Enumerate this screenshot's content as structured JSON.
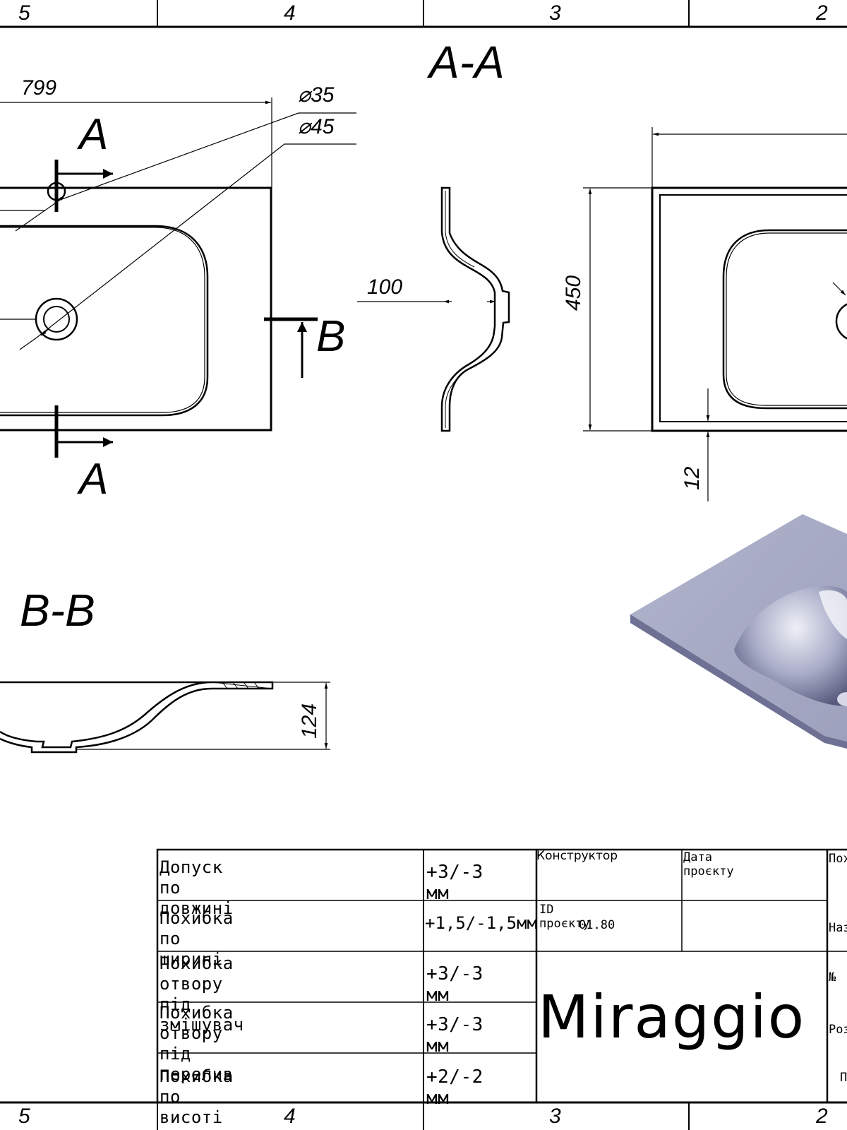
{
  "zones": [
    "5",
    "4",
    "3",
    "2"
  ],
  "sections": {
    "aa": "A-A",
    "bb": "B-B",
    "cut_a": "A",
    "cut_b": "B"
  },
  "dimensions": {
    "length": "799",
    "hole_mixer": "35",
    "hole_drain": "45",
    "depth": "100",
    "width": "450",
    "rim": "12",
    "height": "124"
  },
  "tolerances": [
    {
      "label": "Допуск по довжині",
      "value": "+3/-3 мм"
    },
    {
      "label": "Похибка по ширині",
      "value": "+1,5/-1,5мм"
    },
    {
      "label": "Похибка отвору під\nзмішувач",
      "value": "+3/-3 мм"
    },
    {
      "label": "Похибка отвору\nпід перелив",
      "value": "+3/-3 мм"
    },
    {
      "label": "Похибка по висоті",
      "value": "+2/-2 мм"
    }
  ],
  "titleblock": {
    "designer": "Конструктор",
    "project_date": "Дата проєкту",
    "project_id_label": "ID проєкту",
    "project_id": "01.80",
    "brand": "Miraggio",
    "cut_1": "Пох",
    "cut_2": "Наз",
    "cut_3": "№",
    "cut_4": "Роз",
    "cut_5": "П"
  },
  "colors": {
    "line": "#000000",
    "render_base": "#a6a9c3",
    "render_light": "#e4e5f0",
    "render_shadow": "#5f6283"
  }
}
